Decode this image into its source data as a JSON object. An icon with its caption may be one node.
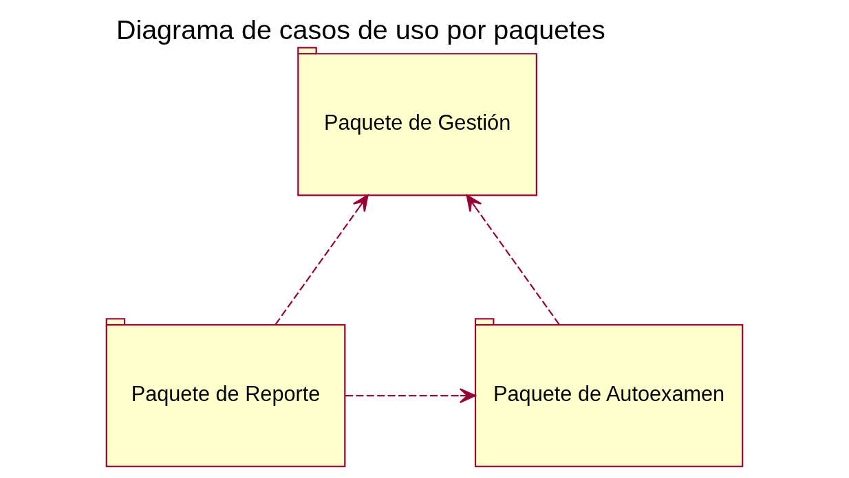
{
  "diagram": {
    "title": "Diagrama de casos de uso por paquetes",
    "nodes": [
      {
        "text": [
          "Paquete de Gestión"
        ]
      },
      {
        "text": [
          "Paquete de Autoexamen"
        ]
      },
      {
        "text": [
          "Paquete de Reporte"
        ]
      }
    ],
    "edges": [
      {
        "from": 1,
        "to": 0,
        "arrow": "to",
        "style": "dashed"
      },
      {
        "from": 2,
        "to": 0,
        "arrow": "to",
        "style": "dashed"
      },
      {
        "from": 2,
        "to": 1,
        "arrow": "to",
        "style": "dashed"
      }
    ]
  }
}
